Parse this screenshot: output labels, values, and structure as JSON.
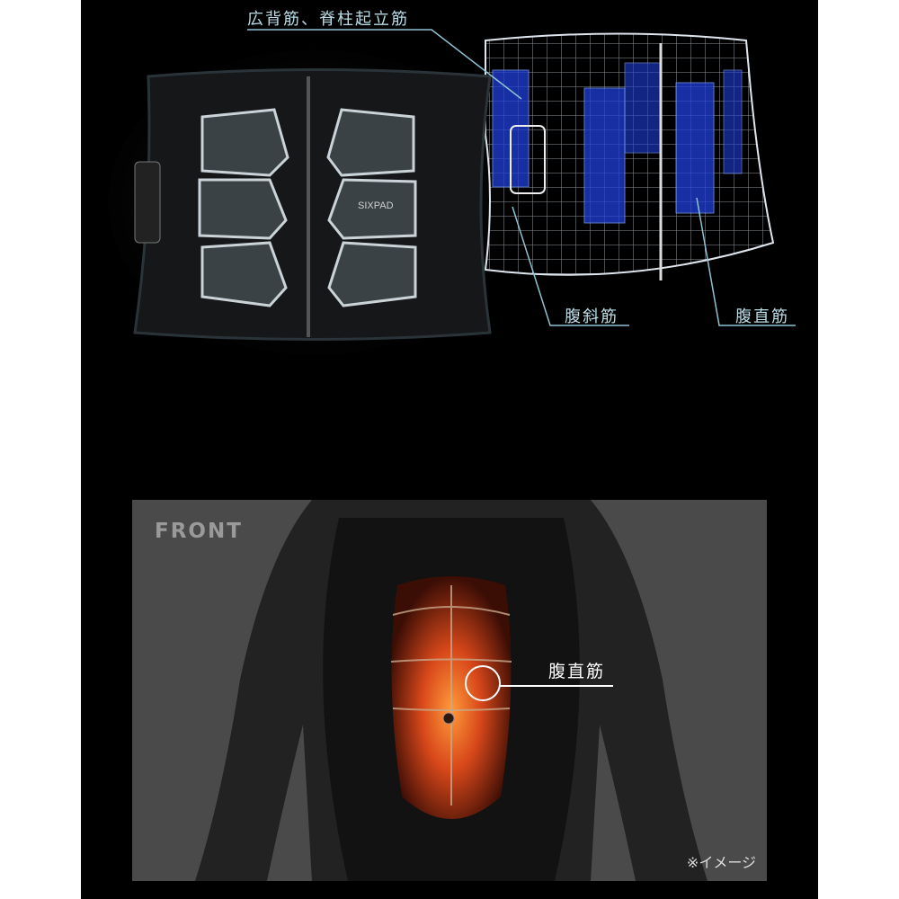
{
  "top_section": {
    "label_back": "広背筋、脊柱起立筋",
    "label_oblique": "腹斜筋",
    "label_rectus": "腹直筋",
    "brand_logo": "SIXPAD",
    "accent_color": "#b9dce6",
    "pad_glow_color": "#2f5bff"
  },
  "bottom_section": {
    "view_label": "FRONT",
    "muscle_label": "腹直筋",
    "disclaimer": "※イメージ",
    "muscle_color": "#d8481a"
  }
}
